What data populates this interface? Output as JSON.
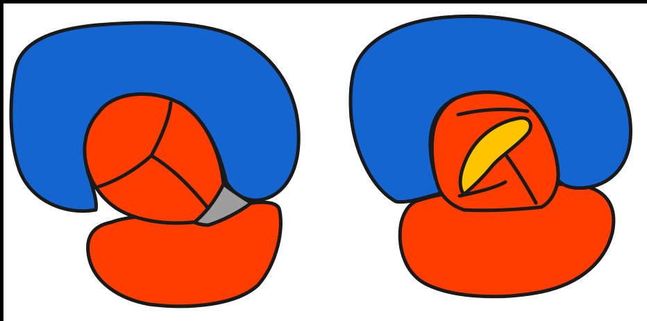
{
  "colors": {
    "background": "#ffffff",
    "frame": "#000000",
    "outline": "#1a1a1a",
    "blue_region": "#1565d0",
    "red_region": "#ff3d00",
    "gray_region": "#9e9e9e",
    "yellow_region": "#ffc400"
  },
  "figures": [
    {
      "name": "left-figure",
      "regions": [
        "blue",
        "red",
        "red",
        "red",
        "red",
        "gray"
      ]
    },
    {
      "name": "right-figure",
      "regions": [
        "blue",
        "red",
        "red",
        "red",
        "red",
        "yellow"
      ]
    }
  ]
}
